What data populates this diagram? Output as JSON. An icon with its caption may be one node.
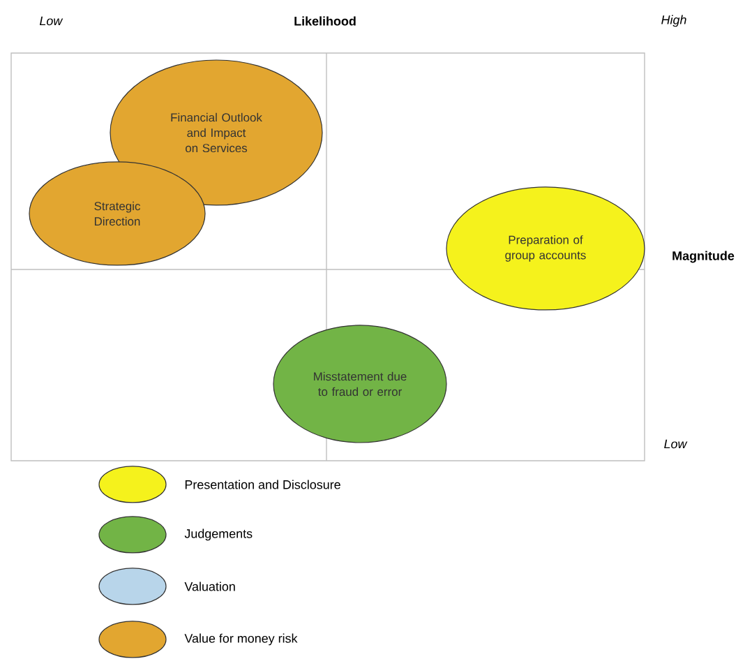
{
  "diagram": {
    "nodes": [
      {
        "text": [
          "Financial Outlook and Impact on Services"
        ]
      },
      {
        "text": [
          "Strategic Direction"
        ]
      },
      {
        "text": [
          "Preparation of group accounts"
        ]
      },
      {
        "text": [
          "Misstatement due to fraud or error"
        ]
      }
    ],
    "labels": [
      "Low",
      "Likelihood",
      "High",
      "Magnitude",
      "Low"
    ],
    "legend": [
      {
        "text": "Presentation and Disclosure",
        "color": "#f5f21c"
      },
      {
        "text": "Judgements",
        "color": "#72b446"
      },
      {
        "text": "Valuation",
        "color": "#b8d5ea"
      },
      {
        "text": "Value for money risk",
        "color": "#e2a630"
      }
    ]
  }
}
